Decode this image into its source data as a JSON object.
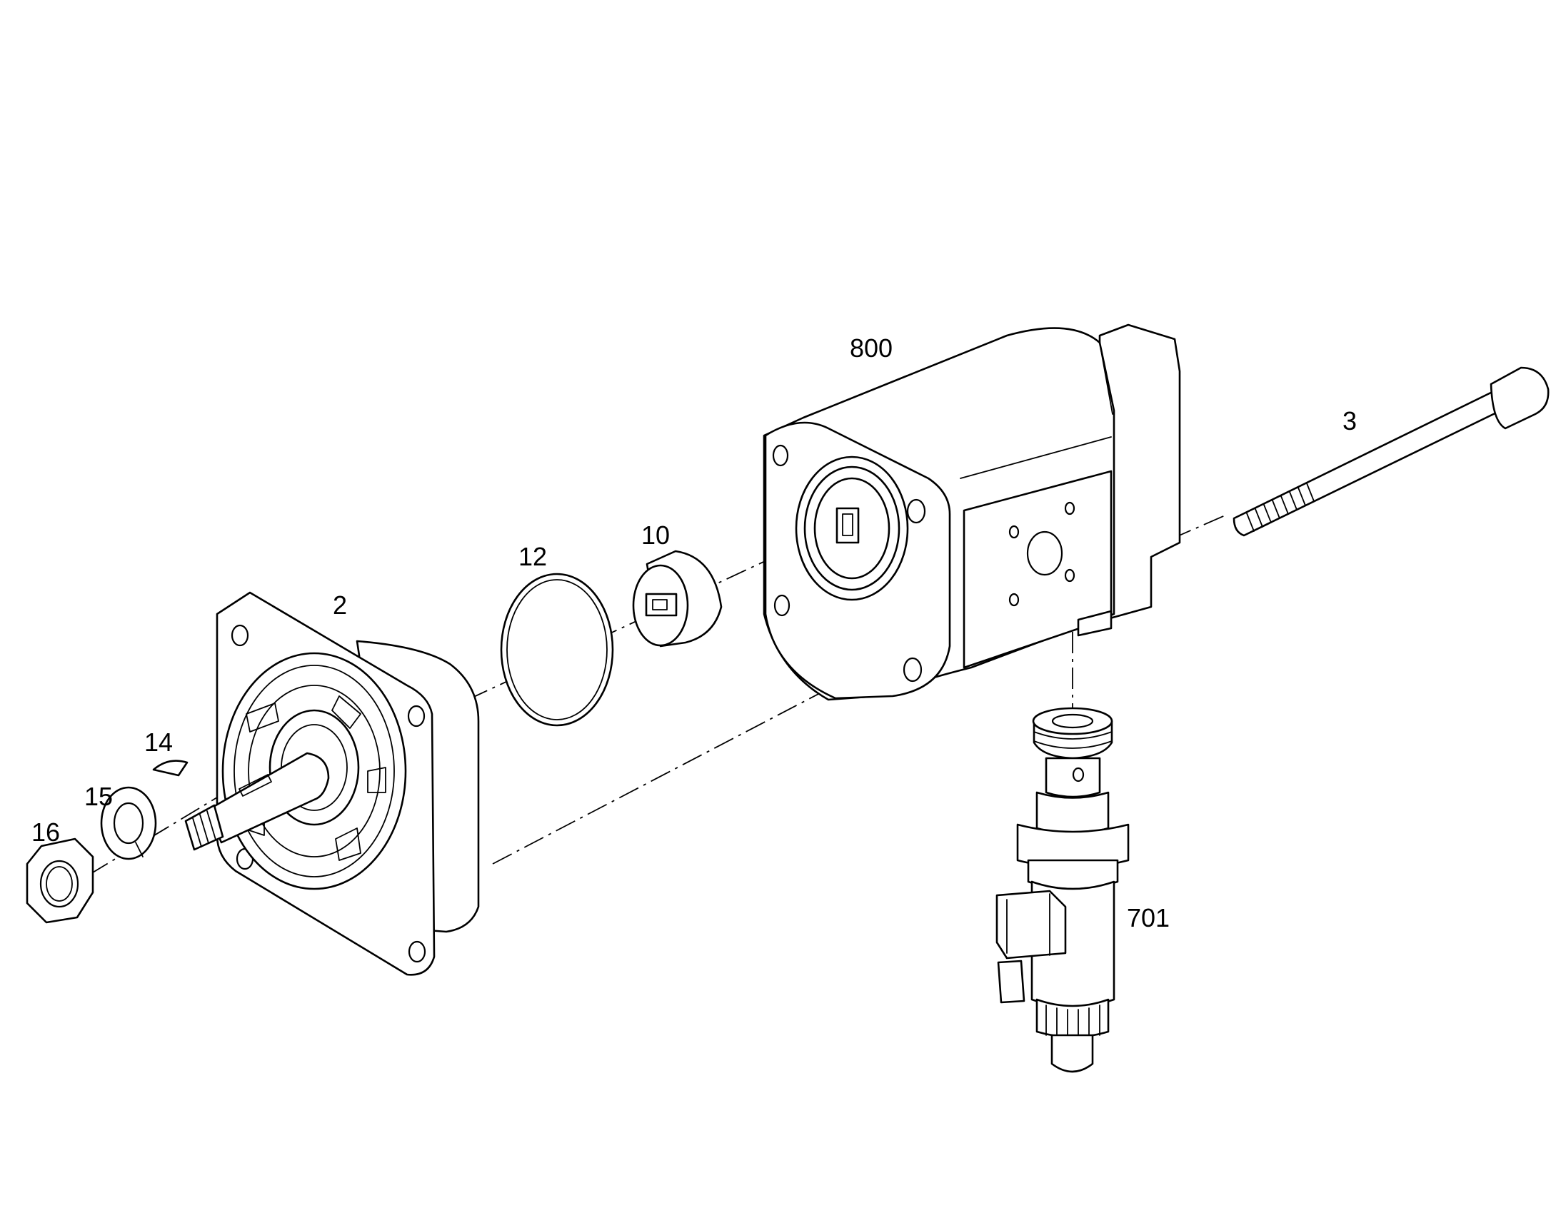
{
  "callouts": {
    "pump_body": "800",
    "bolt": "3",
    "coupling": "10",
    "o_ring": "12",
    "flange": "2",
    "key": "14",
    "lock_washer": "15",
    "nut": "16",
    "valve": "701"
  },
  "colors": {
    "line": "#000000",
    "background": "#ffffff"
  }
}
